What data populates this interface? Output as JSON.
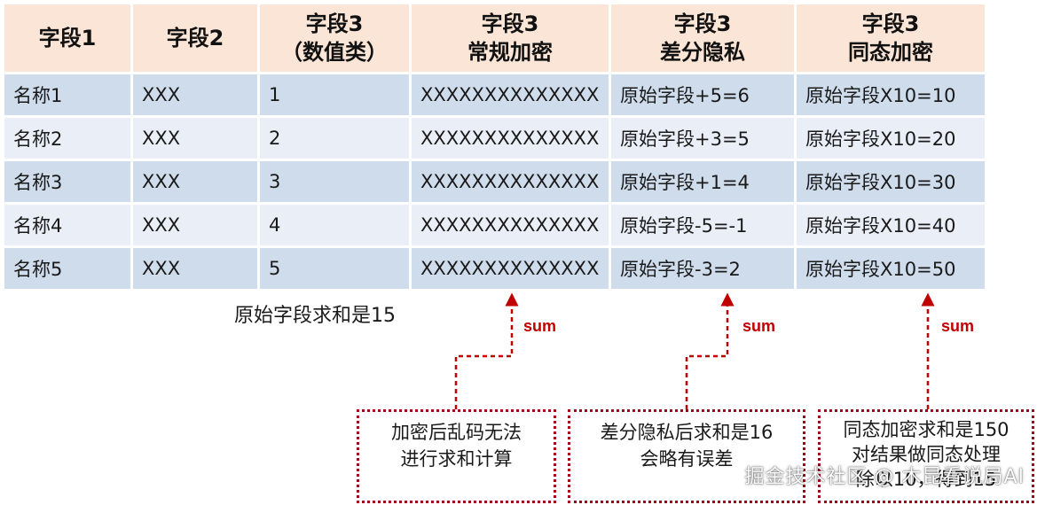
{
  "table": {
    "headers": [
      [
        "字段1"
      ],
      [
        "字段2"
      ],
      [
        "字段3",
        "（数值类）"
      ],
      [
        "字段3",
        "常规加密"
      ],
      [
        "字段3",
        "差分隐私"
      ],
      [
        "字段3",
        "同态加密"
      ]
    ],
    "rows": [
      [
        "名称1",
        "XXX",
        "1",
        "XXXXXXXXXXXXXX",
        "原始字段+5=6",
        "原始字段X10=10"
      ],
      [
        "名称2",
        "XXX",
        "2",
        "XXXXXXXXXXXXXX",
        "原始字段+3=5",
        "原始字段X10=20"
      ],
      [
        "名称3",
        "XXX",
        "3",
        "XXXXXXXXXXXXXX",
        "原始字段+1=4",
        "原始字段X10=30"
      ],
      [
        "名称4",
        "XXX",
        "4",
        "XXXXXXXXXXXXXX",
        "原始字段-5=-1",
        "原始字段X10=40"
      ],
      [
        "名称5",
        "XXX",
        "5",
        "XXXXXXXXXXXXXX",
        "原始字段-3=2",
        "原始字段X10=50"
      ]
    ]
  },
  "note_original_sum": "原始字段求和是15",
  "sum_label": "sum",
  "boxes": [
    [
      "加密后乱码无法",
      "进行求和计算"
    ],
    [
      "差分隐私后求和是16",
      "会略有误差"
    ],
    [
      "同态加密求和是150",
      "对结果做同态处理",
      "除以10，得到15"
    ]
  ],
  "watermark": "掘金技术社区 @ 木昆看说局AI",
  "colors": {
    "header_bg": "#fbe5d6",
    "row_odd": "#cfdcec",
    "row_even": "#e9eef7",
    "connector": "#c00000"
  }
}
